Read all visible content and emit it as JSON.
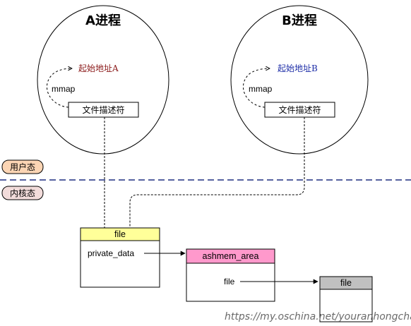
{
  "process_a": {
    "title": "A进程",
    "start_address": "起始地址A",
    "mmap_label": "mmap",
    "fd_label": "文件描述符"
  },
  "process_b": {
    "title": "B进程",
    "start_address": "起始地址B",
    "mmap_label": "mmap",
    "fd_label": "文件描述符"
  },
  "regions": {
    "user_mode": "用户态",
    "kernel_mode": "内核态"
  },
  "kernel_objects": {
    "file": {
      "title": "file",
      "field": "private_data"
    },
    "ashmem_area": {
      "title": "ashmem_area",
      "field": "file"
    },
    "backing_file": {
      "title": "file"
    }
  },
  "watermark": "https://my.oschina.net/youranhongcha",
  "colors": {
    "file_header": "#ffff99",
    "ashmem_header": "#ff99cc",
    "backing_file_header": "#c0c0c0",
    "user_badge": "#fcd5b4",
    "kernel_badge": "#f2dcdb",
    "separator": "#1f2f80",
    "address_a": "#8b1a1a",
    "address_b": "#1f2fa8"
  }
}
